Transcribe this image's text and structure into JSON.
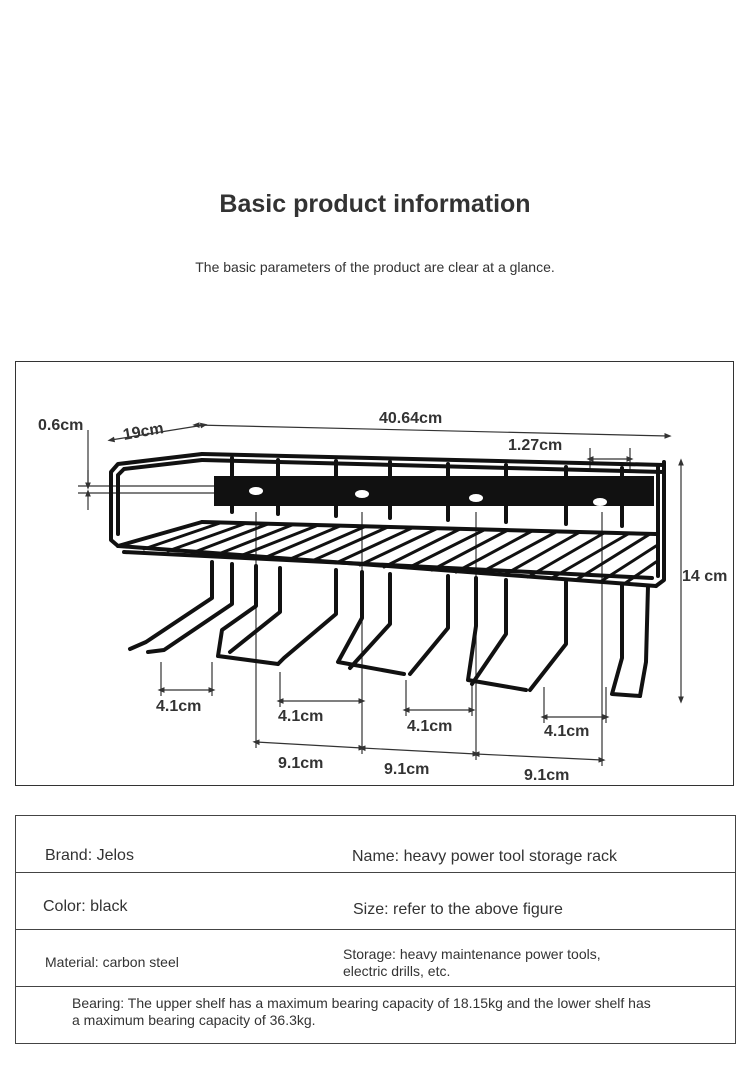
{
  "header": {
    "title": "Basic product information",
    "subtitle": "The basic parameters of the product are clear at a glance."
  },
  "figure": {
    "dimensions": {
      "thickness": "0.6cm",
      "depth": "19cm",
      "width": "40.64cm",
      "hole_spacing": "1.27cm",
      "height": "14 cm",
      "slot_width_1": "4.1cm",
      "slot_width_2": "4.1cm",
      "slot_width_3": "4.1cm",
      "slot_width_4": "4.1cm",
      "slot_pitch_1": "9.1cm",
      "slot_pitch_2": "9.1cm",
      "slot_pitch_3": "9.1cm"
    },
    "colors": {
      "steel": "#111111",
      "lines": "#333333"
    }
  },
  "info": {
    "brand": "Brand: Jelos",
    "name": "Name: heavy power tool storage rack",
    "color": "Color: black",
    "size": "Size: refer to the above figure",
    "material": "Material: carbon steel",
    "storage": "Storage: heavy maintenance power tools, electric drills, etc.",
    "bearing": "Bearing: The upper shelf has a maximum bearing capacity of 18.15kg and the lower shelf has a maximum bearing capacity of 36.3kg."
  }
}
